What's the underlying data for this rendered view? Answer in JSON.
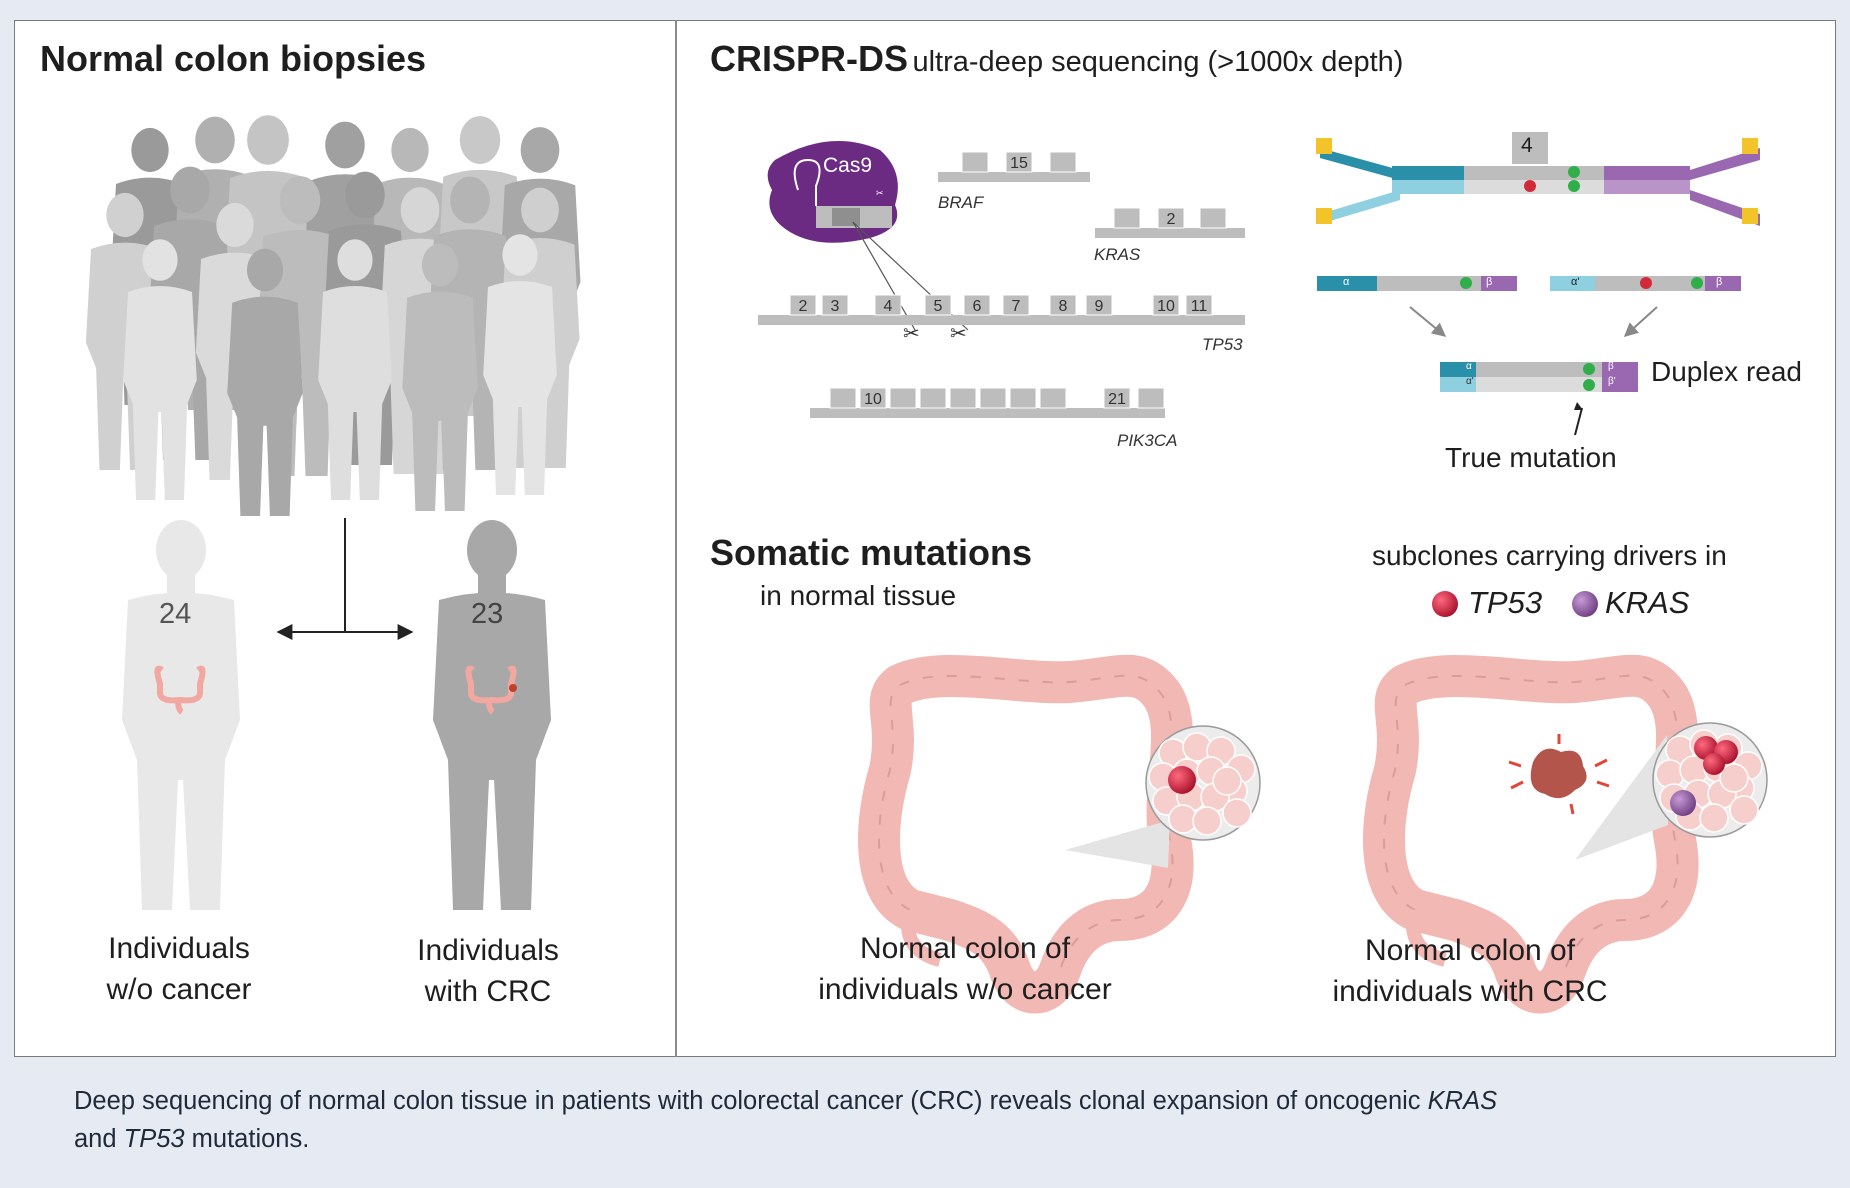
{
  "left_panel": {
    "title": "Normal colon biopsies",
    "count_no_cancer": "24",
    "count_crc": "23",
    "label_no_cancer": [
      "Individuals",
      "w/o cancer"
    ],
    "label_crc": [
      "Individuals",
      "with CRC"
    ]
  },
  "right_panel": {
    "title_bold": "CRISPR-DS",
    "title_rest": "ultra-deep sequencing (>1000x depth)",
    "cas9_label": "Cas9",
    "genes": {
      "braf": {
        "name": "BRAF",
        "exons": [
          "15"
        ]
      },
      "kras": {
        "name": "KRAS",
        "exons": [
          "2"
        ]
      },
      "tp53": {
        "name": "TP53",
        "exons": [
          "2",
          "3",
          "4",
          "5",
          "6",
          "7",
          "8",
          "9",
          "10",
          "11"
        ]
      },
      "pik3ca": {
        "name": "PIK3CA",
        "exons": [
          "10",
          "21"
        ]
      }
    },
    "duplex": {
      "family_size": "4",
      "alpha": "α",
      "alpha_prime": "α'",
      "beta": "β",
      "beta_prime": "β'",
      "duplex_label": "Duplex read",
      "true_mutation_label": "True mutation"
    },
    "somatic_title": "Somatic mutations",
    "somatic_subtitle": "in normal tissue",
    "subclones_label": "subclones carrying drivers in",
    "legend": [
      {
        "name": "TP53",
        "color": "#c02040"
      },
      {
        "name": "KRAS",
        "color": "#8a5a96"
      }
    ],
    "colon_no_cancer_label": [
      "Normal colon of",
      "individuals w/o cancer"
    ],
    "colon_crc_label": [
      "Normal colon of",
      "individuals with CRC"
    ]
  },
  "caption": {
    "part1": "Deep sequencing of normal colon tissue in patients with colorectal cancer (CRC) reveals clonal expansion of oncogenic ",
    "kras": "KRAS",
    "part2": "and ",
    "tp53": "TP53",
    "part3": " mutations."
  },
  "colors": {
    "colon": "#f2b8b4",
    "colon_dark": "#d98a86",
    "cas9": "#6b2b83",
    "teal": "#2a8fa8",
    "light_blue": "#8ecfe0",
    "purple": "#9a68b0",
    "yellow": "#f3c32a",
    "green": "#2fae4a",
    "red": "#d22a3a"
  }
}
